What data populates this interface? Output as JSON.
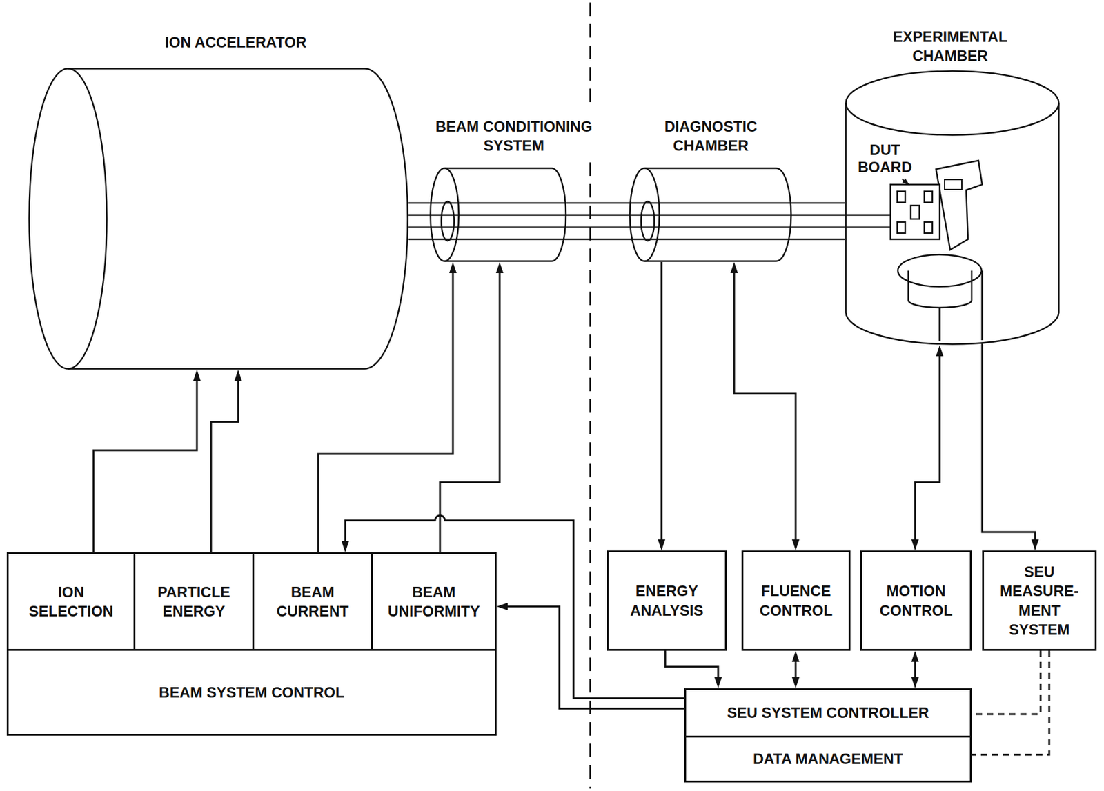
{
  "diagram": {
    "nodes": [
      {
        "text": [
          "ION ACCELERATOR"
        ]
      },
      {
        "text": [
          "BEAM CONDITIONING SYSTEM"
        ]
      },
      {
        "text": [
          "DIAGNOSTIC CHAMBER"
        ]
      },
      {
        "text": [
          "EXPERIMENTAL CHAMBER"
        ]
      },
      {
        "text": [
          "BEAM SYSTEM CONTROL"
        ]
      },
      {
        "text": [
          "ION SELECTION"
        ],
        "in": 4
      },
      {
        "text": [
          "PARTICLE ENERGY"
        ],
        "in": 4
      },
      {
        "text": [
          "BEAM CURRENT"
        ],
        "in": 4
      },
      {
        "text": [
          "BEAM UNIFORMITY"
        ],
        "in": 4
      },
      {
        "text": [
          "ENERGY ANALYSIS"
        ]
      },
      {
        "text": [
          "FLUENCE CONTROL"
        ]
      },
      {
        "text": [
          "MOTION CONTROL"
        ]
      },
      {
        "text": [
          "SEU MEASURE- MENT SYSTEM"
        ]
      },
      {
        "text": [
          "SEU SYSTEM CONTROLLER"
        ]
      },
      {
        "text": [
          "DATA MANAGEMENT"
        ]
      }
    ],
    "edges": [
      {
        "from": 5,
        "to": 0,
        "arrow": "to"
      },
      {
        "from": 6,
        "to": 0,
        "arrow": "to"
      },
      {
        "from": 7,
        "to": 1,
        "arrow": "to"
      },
      {
        "from": 8,
        "to": 1,
        "arrow": "to"
      },
      {
        "from": 13,
        "to": 7,
        "arrow": "to"
      },
      {
        "from": 13,
        "to": 8,
        "arrow": "to"
      },
      {
        "from": 2,
        "to": 9,
        "arrow": "to"
      },
      {
        "from": 2,
        "to": 10,
        "arrow": "both"
      },
      {
        "from": 11,
        "to": 3,
        "arrow": "both"
      },
      {
        "from": 3,
        "to": 12,
        "arrow": "to"
      },
      {
        "from": 9,
        "to": 13,
        "arrow": "to"
      },
      {
        "from": 10,
        "to": 13,
        "arrow": "both"
      },
      {
        "from": 11,
        "to": 13,
        "arrow": "both"
      },
      {
        "from": 12,
        "to": 13,
        "arrow": "none"
      },
      {
        "from": 12,
        "to": 14,
        "arrow": "none"
      }
    ],
    "labels": [
      "DUT BOARD"
    ]
  }
}
